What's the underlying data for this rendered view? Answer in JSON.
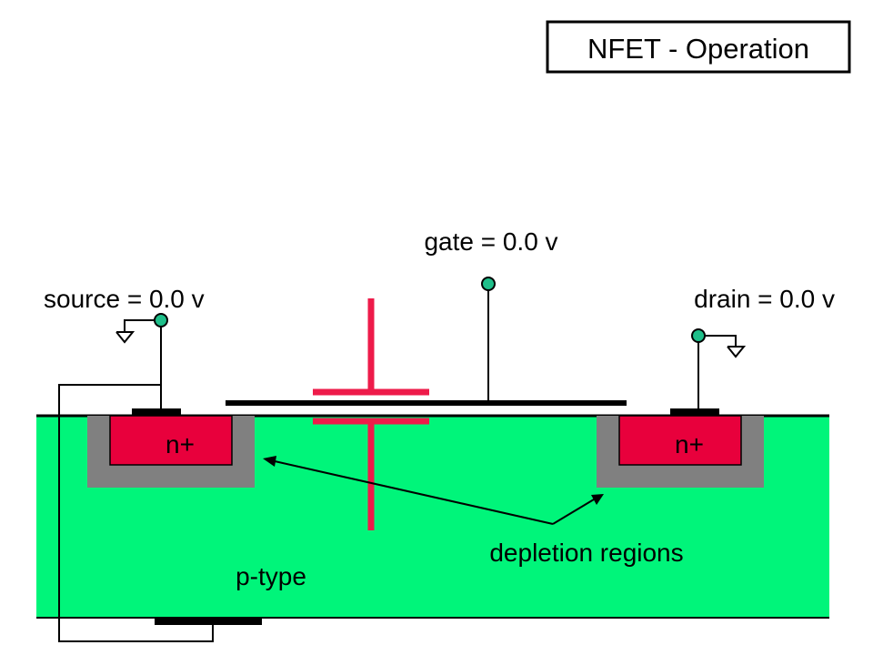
{
  "title": "NFET - Operation",
  "terminals": {
    "source": "source = 0.0 v",
    "gate": "gate = 0.0 v",
    "drain": "drain = 0.0 v"
  },
  "regions": {
    "source_well": "n+",
    "drain_well": "n+",
    "substrate": "p-type"
  },
  "annotation": "depletion regions",
  "colors": {
    "substrate": "#00f57a",
    "n_plus": "#e8003c",
    "depletion": "#808080",
    "capacitor": "#ee1b4a",
    "terminal_dot": "#1fbf8a"
  }
}
